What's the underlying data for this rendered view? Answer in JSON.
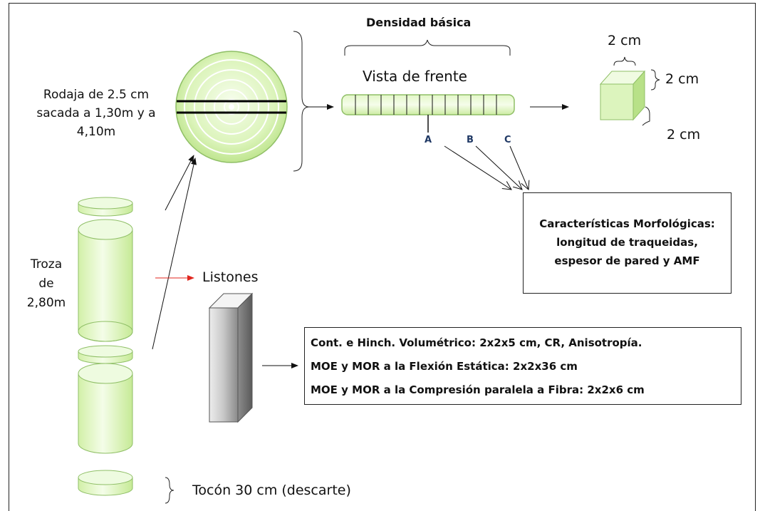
{
  "colors": {
    "wood_light": "#f2fbe4",
    "wood_mid": "#d9f3b5",
    "wood_dark": "#b9e48a",
    "wood_stroke": "#8fbf66",
    "letter_blue": "#1f3864",
    "red_arrow": "#e0261e"
  },
  "labels": {
    "densidad_title": "Densidad básica",
    "vista_frente": "Vista de frente",
    "rodaja": [
      "Rodaja de 2.5 cm",
      "sacada a 1,30m y a",
      "4,10m"
    ],
    "troza": [
      "Troza",
      "de",
      "2,80m"
    ],
    "listones": "Listones",
    "tocon": "Tocón 30 cm (descarte)",
    "letters": [
      "A",
      "B",
      "C"
    ],
    "cube_top": "2 cm",
    "cube_right": "2 cm",
    "cube_bottom": "2 cm"
  },
  "morfologicas_box": {
    "lines": [
      "Características Morfológicas:",
      "longitud de traqueidas,",
      "espesor de pared y AMF"
    ]
  },
  "ensayos_box": {
    "lines": [
      "Cont. e Hinch. Volumétrico: 2x2x5 cm, CR, Anisotropía.",
      "MOE y MOR a la Flexión Estática:  2x2x36 cm",
      "MOE y MOR a la Compresión paralela a Fibra: 2x2x6 cm"
    ]
  }
}
